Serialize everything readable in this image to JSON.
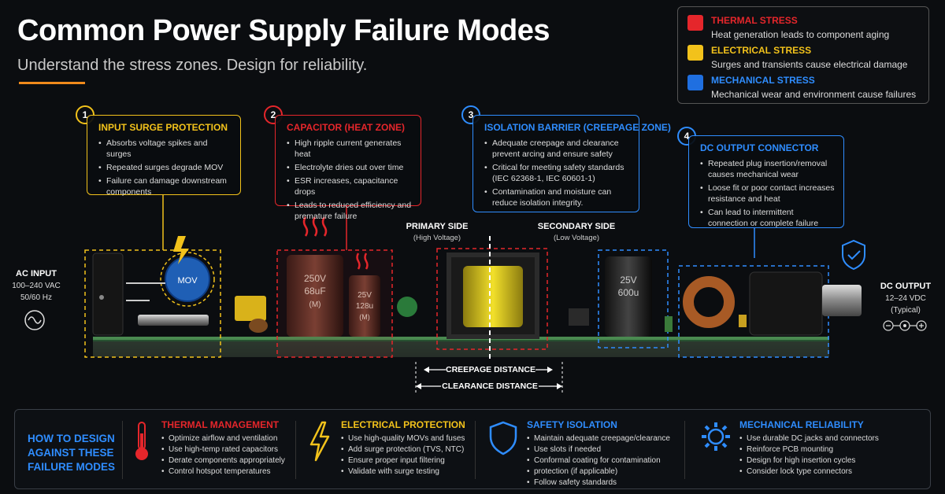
{
  "header": {
    "title": "Common Power Supply Failure Modes",
    "subtitle": "Understand the stress zones. Design for reliability."
  },
  "legend": [
    {
      "title": "THERMAL STRESS",
      "desc": "Heat generation leads to component aging",
      "color": "#e5262b"
    },
    {
      "title": "ELECTRICAL STRESS",
      "desc": "Surges and transients cause electrical damage",
      "color": "#f2c21b"
    },
    {
      "title": "MECHANICAL STRESS",
      "desc": "Mechanical wear and environment cause failures",
      "color": "#1f6fe0"
    }
  ],
  "callouts": [
    {
      "num": "1",
      "title": "INPUT SURGE PROTECTION",
      "color": "#f2c21b",
      "items": [
        "Absorbs voltage spikes and surges",
        "Repeated surges degrade MOV",
        "Failure can damage downstream components"
      ]
    },
    {
      "num": "2",
      "title": "CAPACITOR (HEAT ZONE)",
      "color": "#e5262b",
      "items": [
        "High ripple current generates heat",
        "Electrolyte dries out over time",
        "ESR increases, capacitance drops",
        "Leads to reduced efficiency and premature failure"
      ]
    },
    {
      "num": "3",
      "title": "ISOLATION BARRIER (CREEPAGE ZONE)",
      "color": "#2f8dff",
      "items": [
        "Adequate creepage and clearance prevent arcing and ensure safety",
        "Critical for meeting safety standards (IEC 62368-1, IEC 60601-1)",
        "Contamination and moisture can reduce isolation integrity."
      ]
    },
    {
      "num": "4",
      "title": "DC OUTPUT CONNECTOR",
      "color": "#2f8dff",
      "items": [
        "Repeated plug insertion/removal causes mechanical wear",
        "Loose fit or poor contact increases resistance and heat",
        "Can lead to intermittent connection or complete failure"
      ]
    }
  ],
  "sides": {
    "primary": {
      "label": "PRIMARY SIDE",
      "sub": "(High Voltage)"
    },
    "secondary": {
      "label": "SECONDARY SIDE",
      "sub": "(Low Voltage)"
    }
  },
  "ac_input": {
    "label": "AC INPUT",
    "line1": "100–240 VAC",
    "line2": "50/60 Hz",
    "icon": "sine-wave-icon"
  },
  "dc_output": {
    "label": "DC OUTPUT",
    "line1": "12–24 VDC",
    "line2": "(Typical)",
    "icon": "dc-polarity-icon"
  },
  "components": {
    "big_cap": [
      "250V",
      "68uF",
      "(M)"
    ],
    "small_cap": [
      "25V",
      "128u",
      "(M)"
    ],
    "out_cap": [
      "25V",
      "600u"
    ],
    "mov_label": "MOV"
  },
  "distances": {
    "creepage": "CREEPAGE DISTANCE",
    "clearance": "CLEARANCE DISTANCE"
  },
  "design": {
    "heading": [
      "HOW TO DESIGN",
      "AGAINST THESE",
      "FAILURE MODES"
    ],
    "columns": [
      {
        "title": "THERMAL MANAGEMENT",
        "color": "#e5262b",
        "icon": "thermometer-icon",
        "items": [
          "Optimize airflow and ventilation",
          "Use high-temp rated capacitors",
          "Derate components appropriately",
          "Control hotspot temperatures"
        ]
      },
      {
        "title": "ELECTRICAL PROTECTION",
        "color": "#f2c21b",
        "icon": "lightning-icon",
        "items": [
          "Use high-quality MOVs and fuses",
          "Add surge protection (TVS, NTC)",
          "Ensure proper input filtering",
          "Validate with surge testing"
        ]
      },
      {
        "title": "SAFETY ISOLATION",
        "color": "#2f8dff",
        "icon": "shield-icon",
        "items": [
          "Maintain adequate creepage/clearance",
          "Use slots if needed",
          "Conformal coating for contamination",
          "protection (if applicable)",
          "Follow safety standards"
        ]
      },
      {
        "title": "MECHANICAL RELIABILITY",
        "color": "#2f8dff",
        "icon": "gear-icon",
        "items": [
          "Use durable DC jacks and connectors",
          "Reinforce PCB mounting",
          "Design for high insertion cycles",
          "Consider lock type connectors"
        ]
      }
    ]
  }
}
